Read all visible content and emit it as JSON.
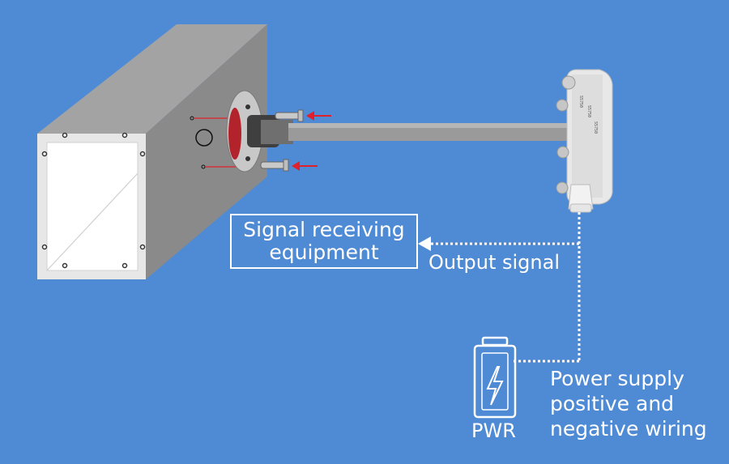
{
  "receiver": {
    "line1": "Signal receiving",
    "line2": "equipment"
  },
  "output_signal": "Output signal",
  "power": {
    "pwr": "PWR",
    "line1": "Power supply",
    "line2": "positive and",
    "line3": "negative wiring"
  },
  "sensor_label_lines": [
    "S5750",
    "S5750",
    "S5750"
  ],
  "icons": {
    "battery": "battery-lightning-icon"
  },
  "colors": {
    "background": "#4f8bd4",
    "wire": "#ffffff",
    "arrow": "#e0202a",
    "duct": "#8c8c8c"
  }
}
